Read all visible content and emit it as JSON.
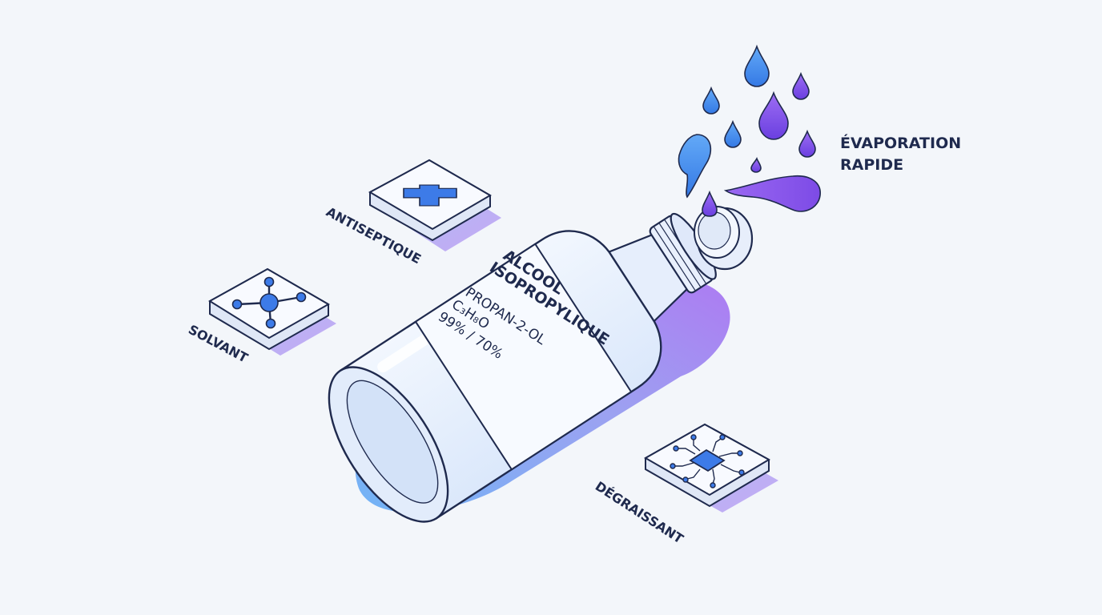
{
  "bottle_label": {
    "name_line1": "ALCOOL",
    "name_line2": "ISOPROPYLIQUE",
    "chemical_name": "PROPAN-2-OL",
    "formula": "C₃H₈O",
    "concentration": "99% / 70%"
  },
  "features": {
    "antiseptic": {
      "label": "ANTISEPTIQUE",
      "icon": "medical-cross-icon"
    },
    "solvent": {
      "label": "SOLVANT",
      "icon": "molecule-icon"
    },
    "degreaser": {
      "label": "DÉGRAISSANT",
      "icon": "circuit-chip-icon"
    }
  },
  "evaporation": {
    "line1": "ÉVAPORATION",
    "line2": "RAPIDE"
  },
  "colors": {
    "outline": "#1f2a4e",
    "accent_blue": "#3d7be8",
    "accent_purple": "#7b4ce6",
    "bottle_fill": "#eaf2fd",
    "background": "#f3f6fa"
  }
}
